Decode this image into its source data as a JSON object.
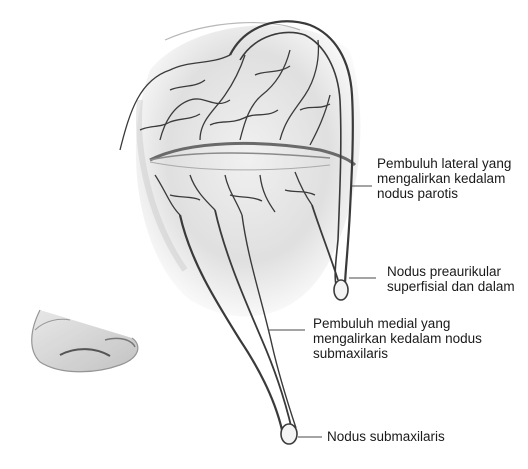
{
  "colors": {
    "background": "#ffffff",
    "skin": "#cfcfcf",
    "skin_dark": "#8a8a8a",
    "vessel_stroke": "#3a3a3a",
    "vessel_fill": "#f4f4f4",
    "label_text": "#1a1a1a",
    "leader_line": "#4a4a4a"
  },
  "labels": {
    "lateral": {
      "line1": "Pembuluh lateral yang",
      "line2": "mengalirkan kedalam",
      "line3": "nodus parotis"
    },
    "preauricular": {
      "line1": "Nodus preaurikular",
      "line2": "superfisial dan dalam"
    },
    "medial": {
      "line1": "Pembuluh medial yang",
      "line2": "mengalirkan kedalam nodus",
      "line3": "submaxilaris"
    },
    "submaxillary": {
      "line1": "Nodus submaxilaris"
    }
  }
}
